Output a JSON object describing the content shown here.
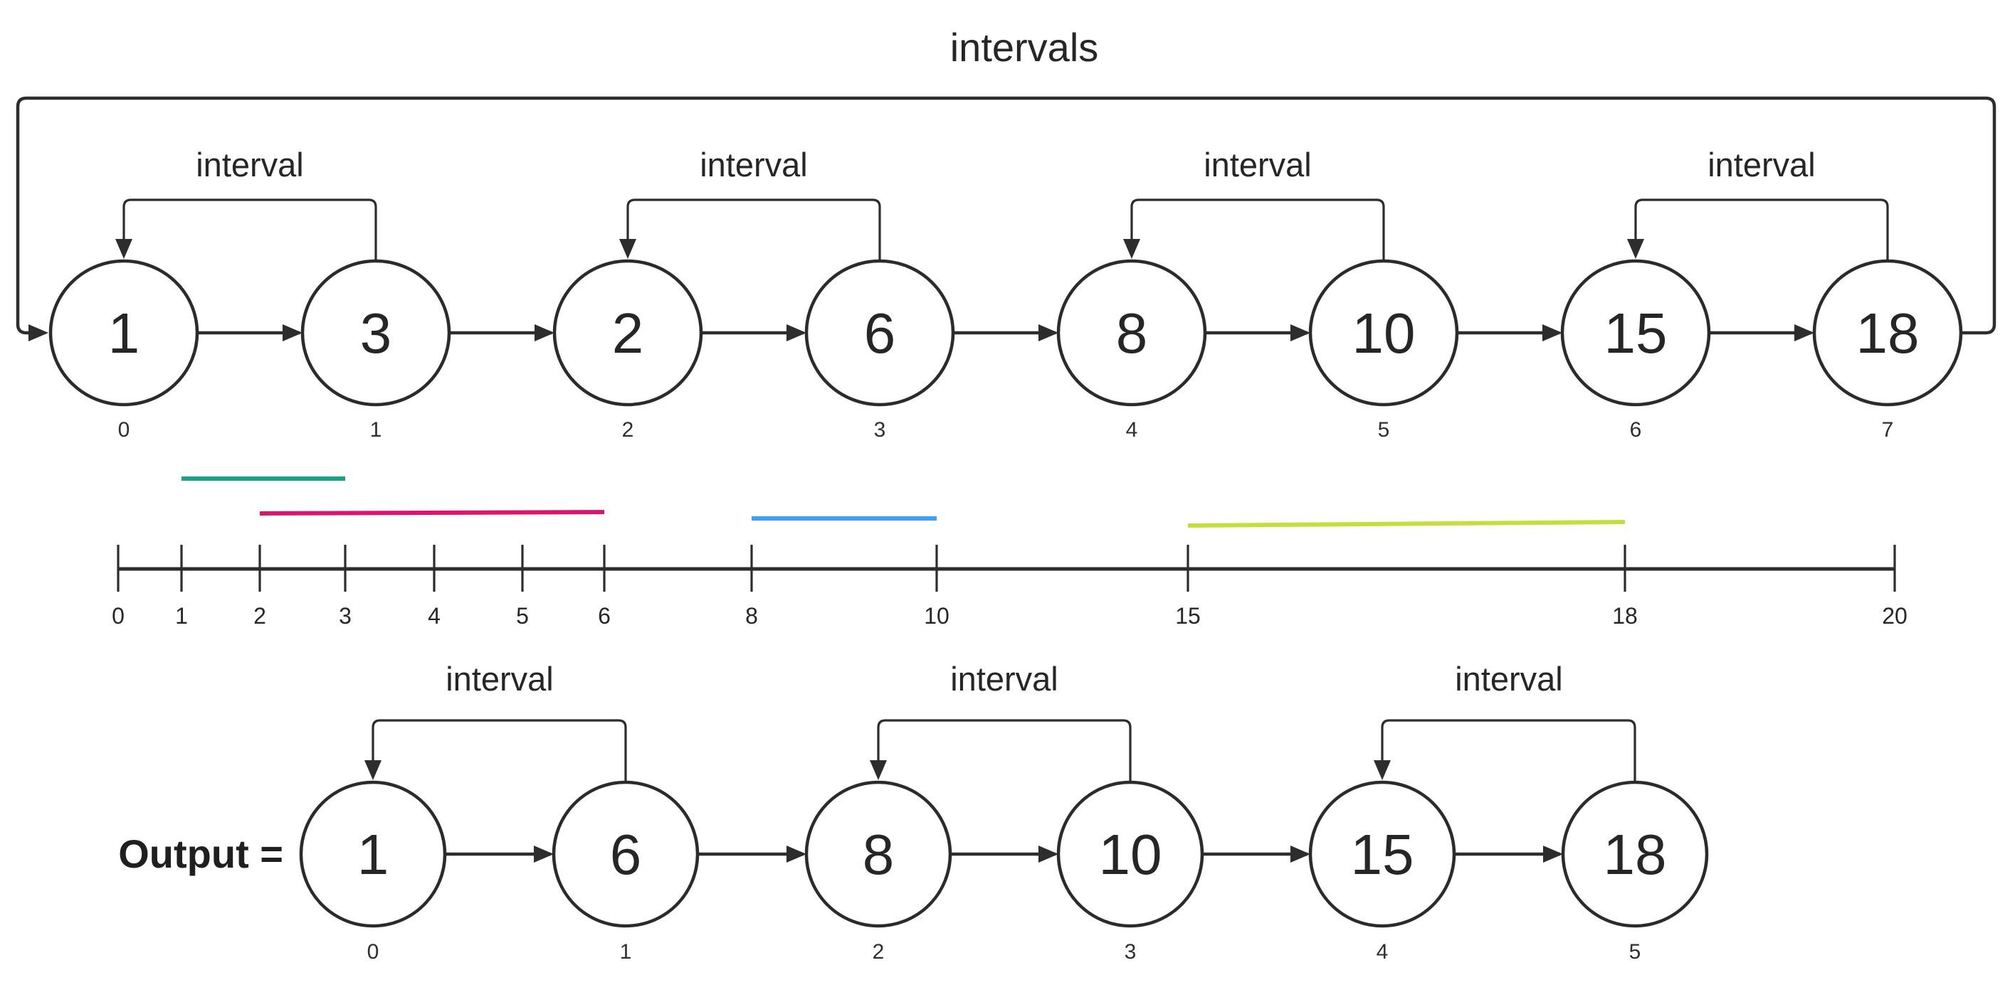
{
  "title": "intervals",
  "colors": {
    "teal": "#1aa287",
    "pink": "#dc146d",
    "blue": "#3f9ff0",
    "green": "#c3df3e",
    "stroke": "#2d2d2d"
  },
  "top_list": {
    "interval_labels": [
      "interval",
      "interval",
      "interval",
      "interval"
    ],
    "nodes": [
      {
        "value": "1",
        "index": "0",
        "color": "#1aa287"
      },
      {
        "value": "3",
        "index": "1",
        "color": "#1aa287"
      },
      {
        "value": "2",
        "index": "2",
        "color": "#dc146d"
      },
      {
        "value": "6",
        "index": "3",
        "color": "#dc146d"
      },
      {
        "value": "8",
        "index": "4",
        "color": "#3f9ff0"
      },
      {
        "value": "10",
        "index": "5",
        "color": "#3f9ff0"
      },
      {
        "value": "15",
        "index": "6",
        "color": "#c3df3e"
      },
      {
        "value": "18",
        "index": "7",
        "color": "#c3df3e"
      }
    ]
  },
  "number_line": {
    "ticks": [
      "0",
      "1",
      "2",
      "3",
      "4",
      "5",
      "6",
      "8",
      "10",
      "15",
      "18",
      "20"
    ],
    "segments": [
      {
        "start": 1,
        "end": 3,
        "color": "#1aa287"
      },
      {
        "start": 2,
        "end": 6,
        "color": "#dc146d"
      },
      {
        "start": 8,
        "end": 10,
        "color": "#3f9ff0"
      },
      {
        "start": 15,
        "end": 18,
        "color": "#c3df3e"
      }
    ]
  },
  "output_list": {
    "label": "Output =",
    "interval_labels": [
      "interval",
      "interval",
      "interval"
    ],
    "nodes": [
      {
        "value": "1",
        "index": "0"
      },
      {
        "value": "6",
        "index": "1"
      },
      {
        "value": "8",
        "index": "2"
      },
      {
        "value": "10",
        "index": "3"
      },
      {
        "value": "15",
        "index": "4"
      },
      {
        "value": "18",
        "index": "5"
      }
    ]
  }
}
